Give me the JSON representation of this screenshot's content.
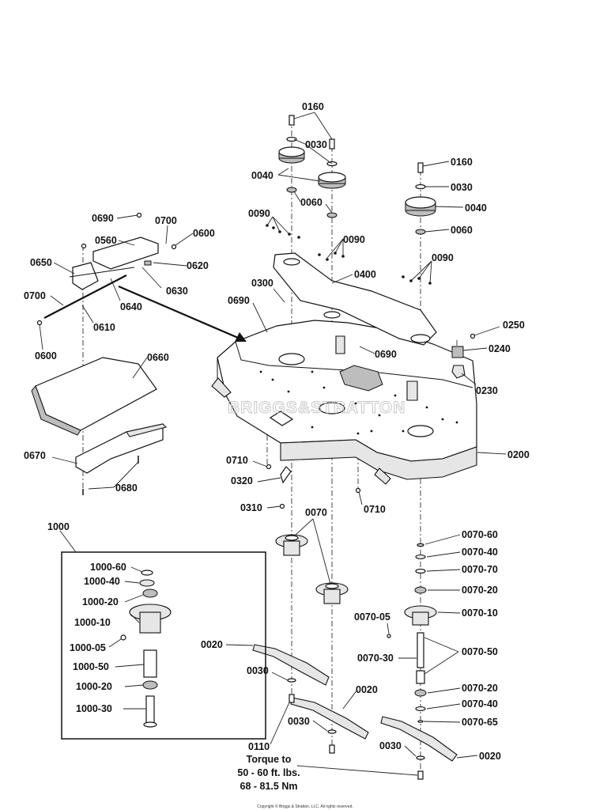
{
  "diagram": {
    "labels": {
      "l0160a": "0160",
      "l0030a": "0030",
      "l0040a": "0040",
      "l0060a": "0060",
      "l0090a": "0090",
      "l0090b": "0090",
      "l0160b": "0160",
      "l0030b": "0030",
      "l0040b": "0040",
      "l0060b": "0060",
      "l0090c": "0090",
      "l0400": "0400",
      "l0300": "0300",
      "l0690b": "0690",
      "l0690c": "0690",
      "l0250": "0250",
      "l0240": "0240",
      "l0230": "0230",
      "l0200": "0200",
      "l0690a": "0690",
      "l0700a": "0700",
      "l0600a": "0600",
      "l0560": "0560",
      "l0620": "0620",
      "l0650": "0650",
      "l0630": "0630",
      "l0700b": "0700",
      "l0640": "0640",
      "l0610": "0610",
      "l0600b": "0600",
      "l0660": "0660",
      "l0670": "0670",
      "l0680": "0680",
      "l0710a": "0710",
      "l0320": "0320",
      "l0310": "0310",
      "l0710b": "0710",
      "l0070": "0070",
      "l1000": "1000",
      "l1000_60": "1000-60",
      "l1000_40": "1000-40",
      "l1000_20a": "1000-20",
      "l1000_10": "1000-10",
      "l1000_05": "1000-05",
      "l1000_50": "1000-50",
      "l1000_20b": "1000-20",
      "l1000_30": "1000-30",
      "l0070_60": "0070-60",
      "l0070_40a": "0070-40",
      "l0070_70": "0070-70",
      "l0070_20a": "0070-20",
      "l0070_10": "0070-10",
      "l0070_05": "0070-05",
      "l0070_30": "0070-30",
      "l0070_50": "0070-50",
      "l0070_20b": "0070-20",
      "l0070_40b": "0070-40",
      "l0070_65": "0070-65",
      "l0020a": "0020",
      "l0030c": "0030",
      "l0020b": "0020",
      "l0030d": "0030",
      "l0110": "0110",
      "l0030e": "0030",
      "l0020c": "0020"
    },
    "torque_note": [
      "Torque to",
      "50 - 60 ft. lbs.",
      "68 - 81.5 Nm"
    ],
    "watermark": "BRIGGS&STRATTON",
    "copyright": "Copyright © Briggs & Stratton, LLC. All rights reserved."
  }
}
